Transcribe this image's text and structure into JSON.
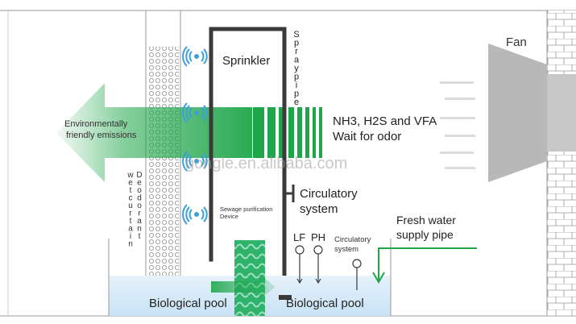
{
  "labels": {
    "fan": "Fan",
    "sprinkler": "Sprinkler",
    "spray_pipe": "Spray pipe",
    "emissions_line1": "Environmentally",
    "emissions_line2": "friendly emissions",
    "gas_line1": "NH3, H2S and VFA",
    "gas_line2": "Wait for odor",
    "watermark": "gongle.en.alibaba.com",
    "curtain_col1": "wet curtain",
    "curtain_col2": "Deodorant",
    "sewage_line1": "Sewage purification",
    "sewage_line2": "Device",
    "circulatory_line1": "Circulatory",
    "circulatory_line2": "system",
    "fresh_line1": "Fresh water",
    "fresh_line2": "supply pipe",
    "lf": "LF",
    "ph": "PH",
    "circulatory_small_line1": "Circulatory",
    "circulatory_small_line2": "system",
    "pool_left": "Biological pool",
    "pool_right": "Biological pool"
  },
  "colors": {
    "green": "#1fa64a",
    "pipe": "#3a3a3a",
    "water": "#cfe6f6",
    "sprinkler_blue": "#3a9fd8",
    "fan_gray": "#b8b8b8",
    "wall_line": "#9a9a9a"
  }
}
